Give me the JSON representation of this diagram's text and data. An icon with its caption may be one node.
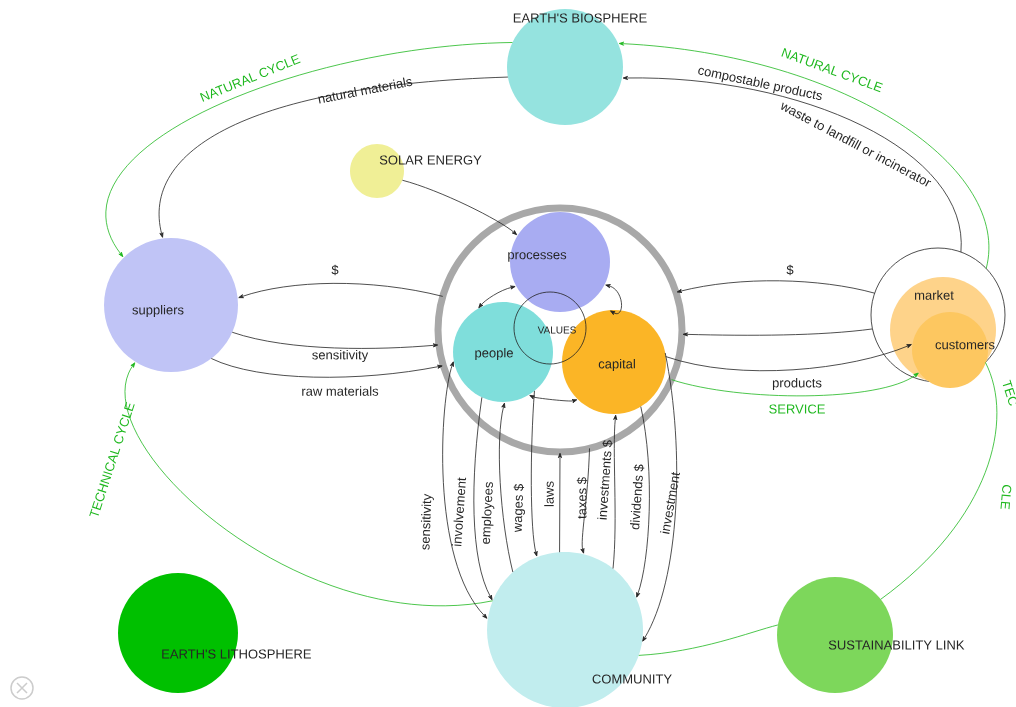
{
  "diagram": {
    "nodes": [
      {
        "text": [
          "EARTH'S BIOSPHERE"
        ]
      },
      {
        "text": [
          "SOLAR ENERGY"
        ]
      },
      {
        "text": [
          "suppliers"
        ]
      },
      {
        "text": [],
        "shape": "circle"
      },
      {
        "text": [
          "processes"
        ],
        "in": 3
      },
      {
        "text": [
          "VALUES"
        ],
        "in": 3
      },
      {
        "text": [
          "people"
        ],
        "in": 3
      },
      {
        "text": [
          "capital"
        ],
        "in": 3
      },
      {
        "text": [],
        "shape": "circle"
      },
      {
        "text": [
          "market"
        ],
        "in": 8
      },
      {
        "text": [
          "customers"
        ],
        "in": 9
      },
      {
        "text": [
          "COMMUNITY"
        ]
      },
      {
        "text": [
          "EARTH'S LITHOSPHERE"
        ]
      },
      {
        "text": [
          "SUSTAINABILITY LINK"
        ]
      }
    ],
    "edges": [
      {
        "from": 0,
        "to": 2,
        "arrow": "to",
        "label": "natural materials"
      },
      {
        "from": 8,
        "to": 0,
        "arrow": "to",
        "label": "compostable products"
      },
      {
        "from": 0,
        "to": 2,
        "arrow": "to",
        "label": "NATURAL CYCLE",
        "color": "#1fb81f"
      },
      {
        "from": 8,
        "to": 0,
        "arrow": "to",
        "label": "NATURAL CYCLE",
        "color": "#1fb81f"
      },
      {
        "from": 11,
        "to": 2,
        "arrow": "to",
        "label": "TECHNICAL CYCLE",
        "color": "#1fb81f"
      },
      {
        "from": 11,
        "to": 13,
        "arrow": "none",
        "color": "#1fb81f"
      },
      {
        "from": 13,
        "to": 8,
        "arrow": "none",
        "color": "#1fb81f"
      },
      {
        "from": 1,
        "to": 4,
        "arrow": "to"
      },
      {
        "from": 3,
        "to": 2,
        "arrow": "to",
        "label": "$"
      },
      {
        "from": 2,
        "to": 3,
        "arrow": "to",
        "label": "sensitivity"
      },
      {
        "from": 2,
        "to": 3,
        "arrow": "to",
        "label": "raw materials"
      },
      {
        "from": 8,
        "to": 3,
        "arrow": "to",
        "label": "$"
      },
      {
        "from": 8,
        "to": 3,
        "arrow": "to"
      },
      {
        "from": 7,
        "to": 10,
        "arrow": "to",
        "label": "products"
      },
      {
        "from": 3,
        "to": 10,
        "arrow": "to",
        "label": "SERVICE",
        "color": "#1fb81f"
      },
      {
        "from": 4,
        "to": 6,
        "arrow": "both"
      },
      {
        "from": 4,
        "to": 7,
        "arrow": "both"
      },
      {
        "from": 7,
        "to": 6,
        "arrow": "both"
      },
      {
        "from": 11,
        "to": 6,
        "arrow": "both",
        "label": "sensitivity"
      },
      {
        "from": 6,
        "to": 11,
        "arrow": "to",
        "label": "involvement"
      },
      {
        "from": 11,
        "to": 6,
        "arrow": "to",
        "label": "employees"
      },
      {
        "from": 6,
        "to": 11,
        "arrow": "to",
        "label": "wages $"
      },
      {
        "from": 11,
        "to": 3,
        "arrow": "to",
        "label": "laws"
      },
      {
        "from": 3,
        "to": 11,
        "arrow": "to",
        "label": "taxes $"
      },
      {
        "from": 11,
        "to": 7,
        "arrow": "to",
        "label": "investments $"
      },
      {
        "from": 7,
        "to": 11,
        "arrow": "to",
        "label": "dividends $"
      },
      {
        "from": 7,
        "to": 11,
        "arrow": "to",
        "label": "investment"
      }
    ],
    "labels": [
      "waste to landfill or incinerator",
      "TEC",
      "CLE"
    ]
  }
}
